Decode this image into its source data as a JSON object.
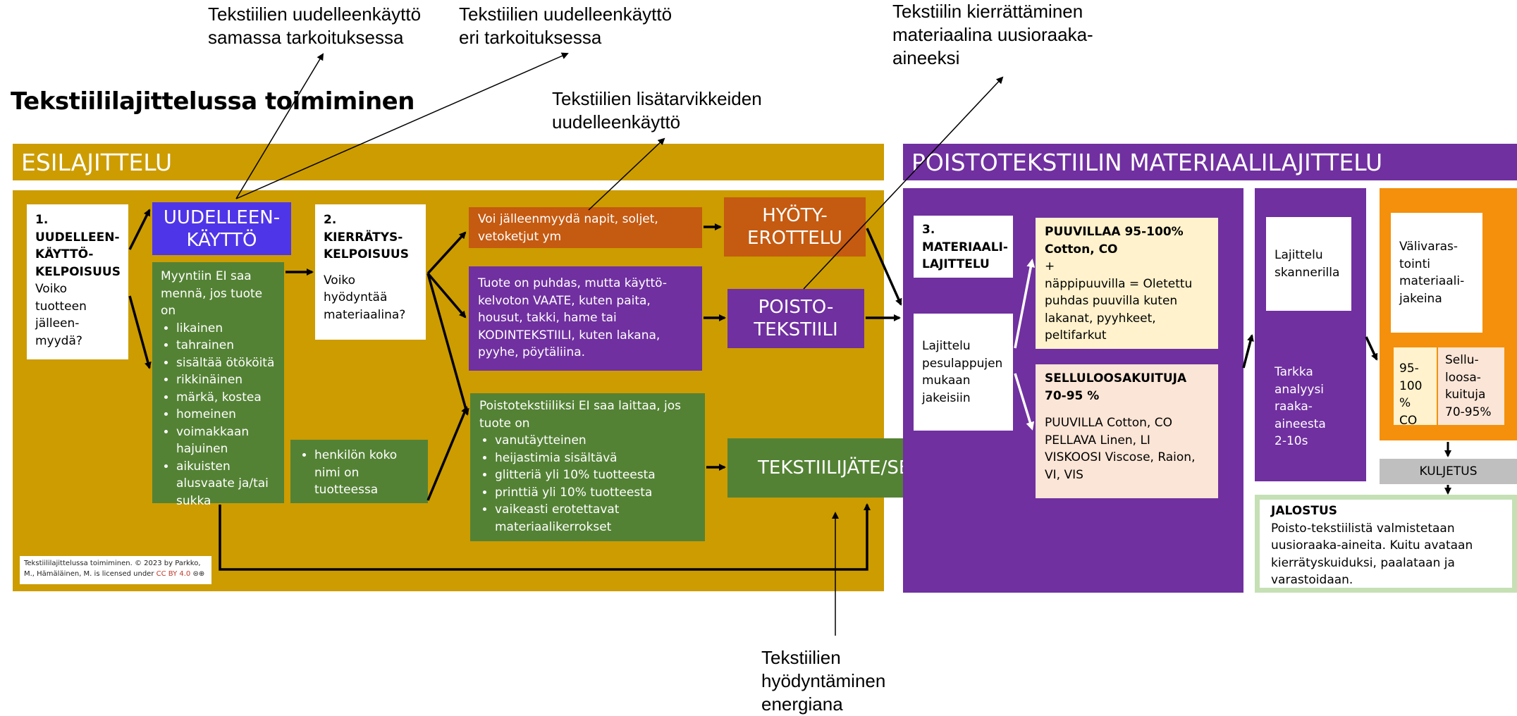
{
  "page_title": "Tekstiililajittelussa toimiminen",
  "callouts": {
    "reuse_same": "Tekstiilien uudelleenkäyttö\nsamassa tarkoituksessa",
    "reuse_other": "Tekstiilien uudelleenkäyttö\neri tarkoituksessa",
    "recycle_material": "Tekstiilin kierrättäminen\nmateriaalina uusioraaka-\naineeksi",
    "accessories_reuse": "Tekstiilien lisätarvikkeiden\nuudelleenkäyttö",
    "energy": "Tekstiilien\nhyödyntäminen\nenergiana"
  },
  "esilajittelu": {
    "header": "ESILAJITTELU",
    "step1_heading": "1.\nUUDELLEEN-\nKÄYTTÖ-\nKELPOISUUS",
    "step1_question": "Voiko\ntuotteen\njälleen-\nmyydä?",
    "reuse_label": "UUDELLEEN-\nKÄYTTÖ",
    "resale_intro": "Myyntiin EI saa mennä, jos tuote on",
    "resale_items": [
      "likainen",
      "tahrainen",
      "sisältää ötököitä",
      "rikkinäinen",
      "märkä, kostea",
      "homeinen",
      "voimakkaan hajuinen",
      "aikuisten alusvaate ja/tai sukka"
    ],
    "step2_heading": "2.\nKIERRÄTYS-\nKELPOISUUS",
    "step2_question": "Voiko\nhyödyntää\nmateriaalina?",
    "name_items": [
      "henkilön koko nimi on tuotteessa"
    ],
    "accessories_text": "Voi jälleenmyydä napit, soljet, vetoketjut ym",
    "clean_text": "Tuote on puhdas, mutta käyttö-kelvoton VAATE, kuten paita, housut, takki, hame tai KODINTEKSTIILI, kuten lakana, pyyhe, pöytäliina.",
    "waste_intro": "Poistotekstiiliksi EI saa laittaa, jos tuote on",
    "waste_items": [
      "vanutäytteinen",
      "heijastimia sisältävä",
      "glitteriä yli 10% tuotteesta",
      "printtiä yli 10% tuotteesta",
      "vaikeasti erotettavat materiaalikerrokset"
    ],
    "hyoty_label": "HYÖTY-\nEROTTELU",
    "poisto_label": "POISTO-\nTEKSTIILI",
    "waste_label": "TEKSTIILIJÄTE/SEKAJÄTE",
    "license_text": "Tekstiililajittelussa toimiminen. © 2023 by Parkko, M., Hämäläinen, M. is licensed under",
    "license_link": "CC BY 4.0"
  },
  "materiaalilajittelu": {
    "header": "POISTOTEKSTIILIN MATERIAALILAJITTELU",
    "step3_heading": "3.\nMATERIAALI-\nLAJITTELU",
    "sort_wash": "Lajittelu\npesulappujen\nmukaan\njakeisiin",
    "cotton_heading": "PUUVILLAA 95-100%\nCotton, CO",
    "cotton_text": "+\nnäppipuuvilla = Oletettu puhdas puuvilla kuten lakanat, pyyhkeet, peltifarkut",
    "cellulose_heading": "SELLULOOSAKUITUJA\n70-95 %",
    "cellulose_text": "PUUVILLA Cotton, CO\nPELLAVA Linen, LI\nVISKOOSI Viscose, Raion, VI, VIS",
    "scanner_label": "Lajittelu\nskannerilla",
    "analysis_text": "Tarkka\nanalyysi\nraaka-\naineesta\n2-10s",
    "storage_label": "Välivaras-\ntointi\nmateriaali-\njakeina",
    "co_label": "95-\n100 %\nCO",
    "cellu_label": "Sellu-\nloosa-\nkuituja\n70-95%",
    "transport_label": "KULJETUS",
    "jalostus_heading": "JALOSTUS",
    "jalostus_text": "Poisto-tekstiilistä valmistetaan uusioraaka-aineita. Kuitu avataan kierrätyskuiduksi, paalataan ja varastoidaan."
  },
  "colors": {
    "gold": "#cc9c00",
    "purple": "#7030a0",
    "reuse_blue": "#4f35e8",
    "green": "#548235",
    "orange_accent": "#c55a11",
    "orange_panel": "#f4900c",
    "light_green_border": "#c5e0b4",
    "gray": "#bfbfbf"
  }
}
